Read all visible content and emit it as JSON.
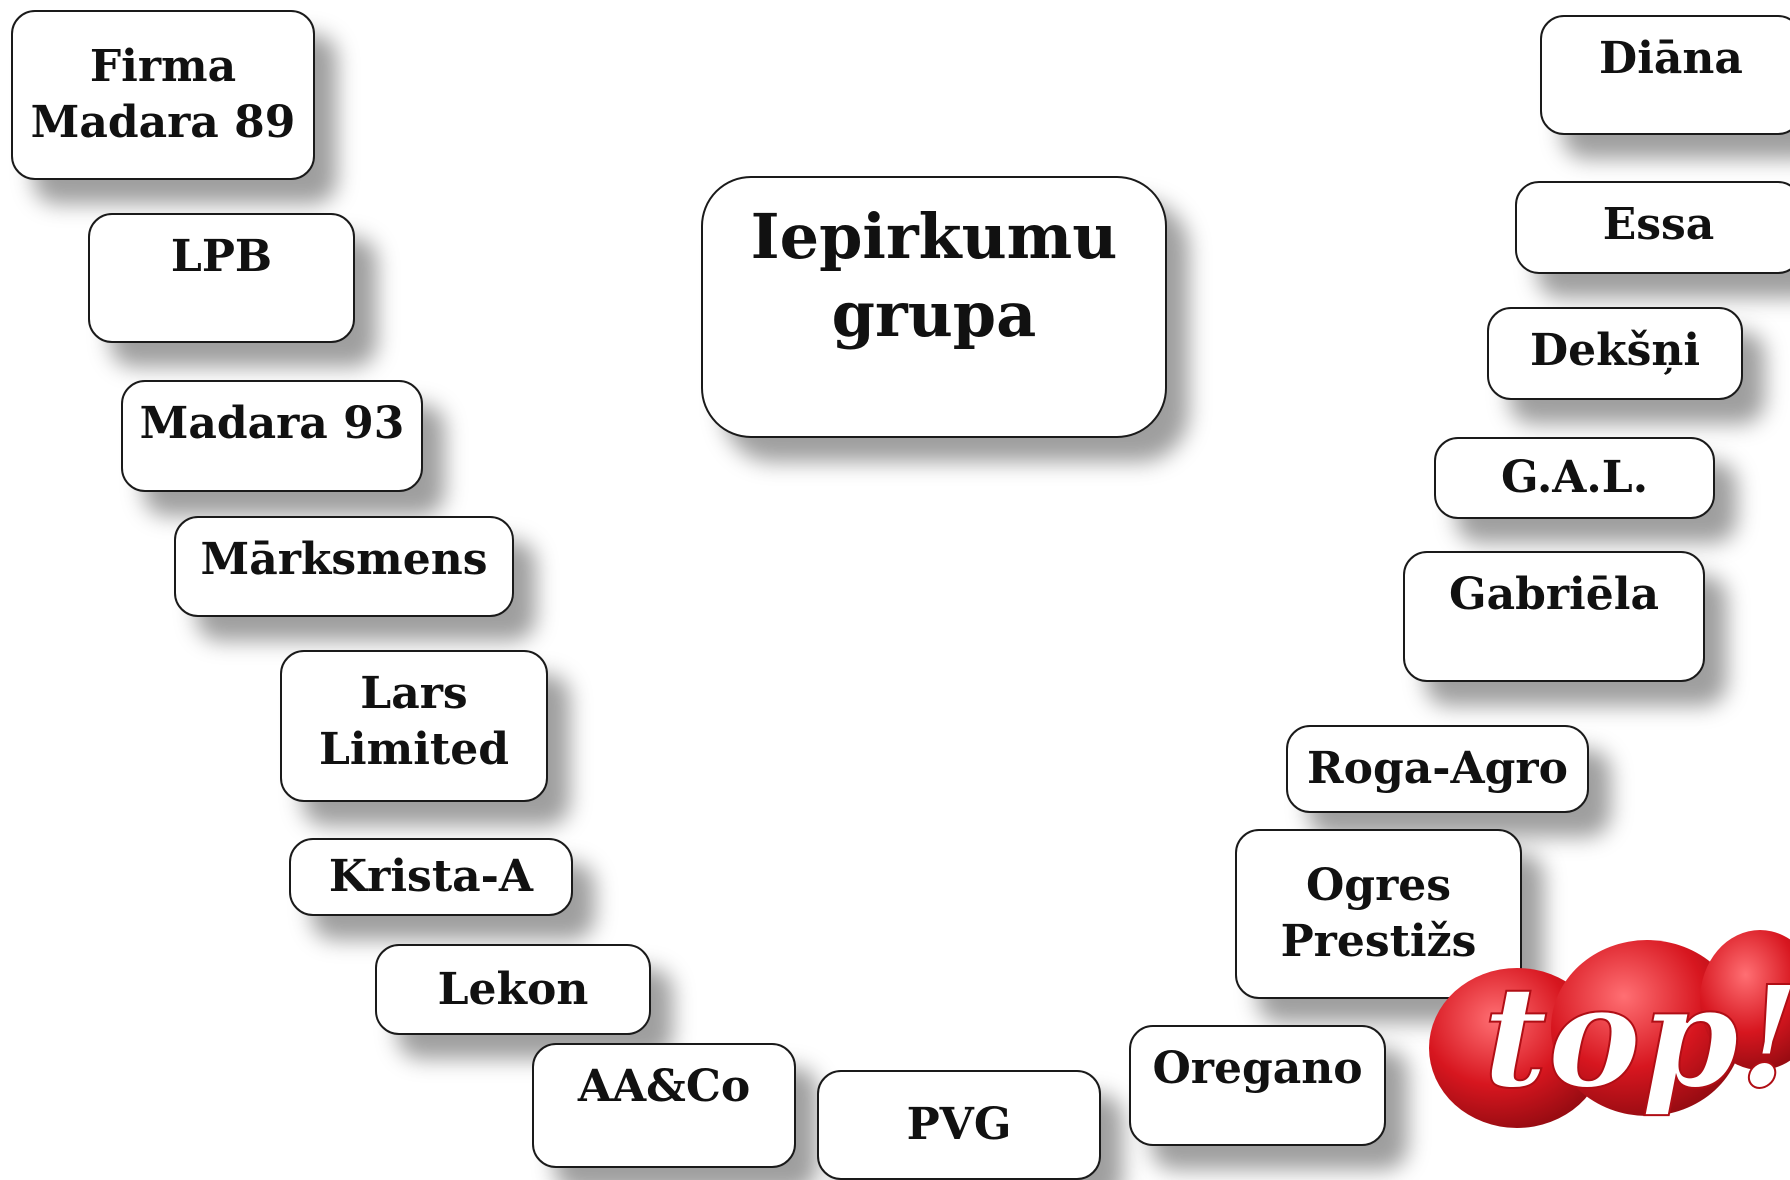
{
  "diagram": {
    "center": {
      "label": "Iepirkumu\ngrupa"
    },
    "left": [
      {
        "id": "firma-madara-89",
        "label": "Firma\nMadara 89"
      },
      {
        "id": "lpb",
        "label": "LPB"
      },
      {
        "id": "madara-93",
        "label": "Madara 93"
      },
      {
        "id": "marksmens",
        "label": "Mārksmens"
      },
      {
        "id": "lars-limited",
        "label": "Lars\nLimited"
      },
      {
        "id": "krista-a",
        "label": "Krista-A"
      },
      {
        "id": "lekon",
        "label": "Lekon"
      },
      {
        "id": "aa-co",
        "label": "AA&Co"
      },
      {
        "id": "pvg",
        "label": "PVG"
      }
    ],
    "right": [
      {
        "id": "diana",
        "label": "Diāna"
      },
      {
        "id": "essa",
        "label": "Essa"
      },
      {
        "id": "deksni",
        "label": "Dekšņi"
      },
      {
        "id": "gal",
        "label": "G.A.L."
      },
      {
        "id": "gabriela",
        "label": "Gabriēla"
      },
      {
        "id": "roga-agro",
        "label": "Roga-Agro"
      },
      {
        "id": "ogres-prestizs",
        "label": "Ogres\nPrestižs"
      },
      {
        "id": "oregano",
        "label": "Oregano"
      }
    ]
  },
  "logo": {
    "text": "top!",
    "colors": {
      "primary": "#d7161f",
      "highlight": "#ff6f73",
      "dark": "#8e0a10",
      "text": "#ffffff"
    }
  }
}
